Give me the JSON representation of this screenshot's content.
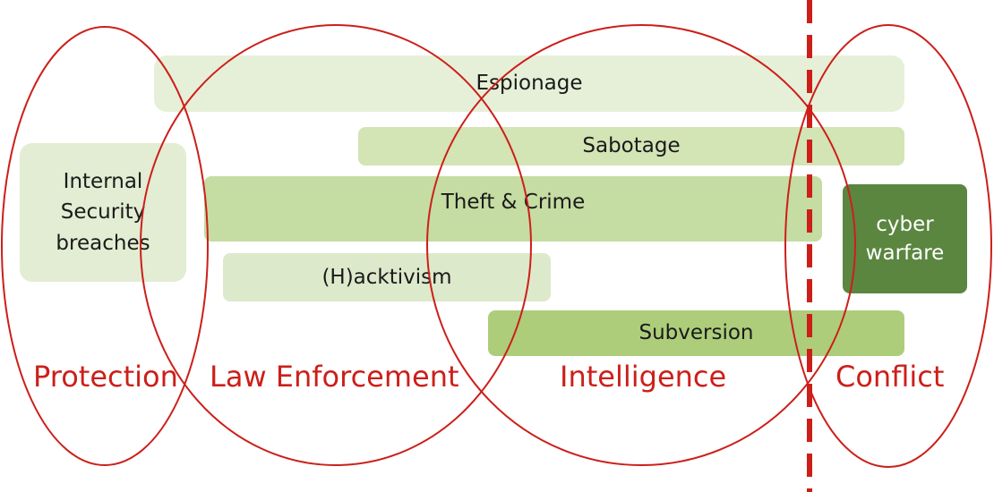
{
  "activities": {
    "espionage": "Espionage",
    "sabotage": "Sabotage",
    "theft_crime": "Theft & Crime",
    "internal_security": [
      "Internal",
      "Security",
      "breaches"
    ],
    "hacktivism": "(H)acktivism",
    "subversion": "Subversion",
    "cyber_warfare": [
      "cyber",
      "warfare"
    ]
  },
  "domains": {
    "protection": "Protection",
    "law_enforcement": "Law Enforcement",
    "intelligence": "Intelligence",
    "conflict": "Conflict"
  },
  "colors": {
    "red": "#cc1f1a",
    "dark_green": "#5a8640"
  }
}
